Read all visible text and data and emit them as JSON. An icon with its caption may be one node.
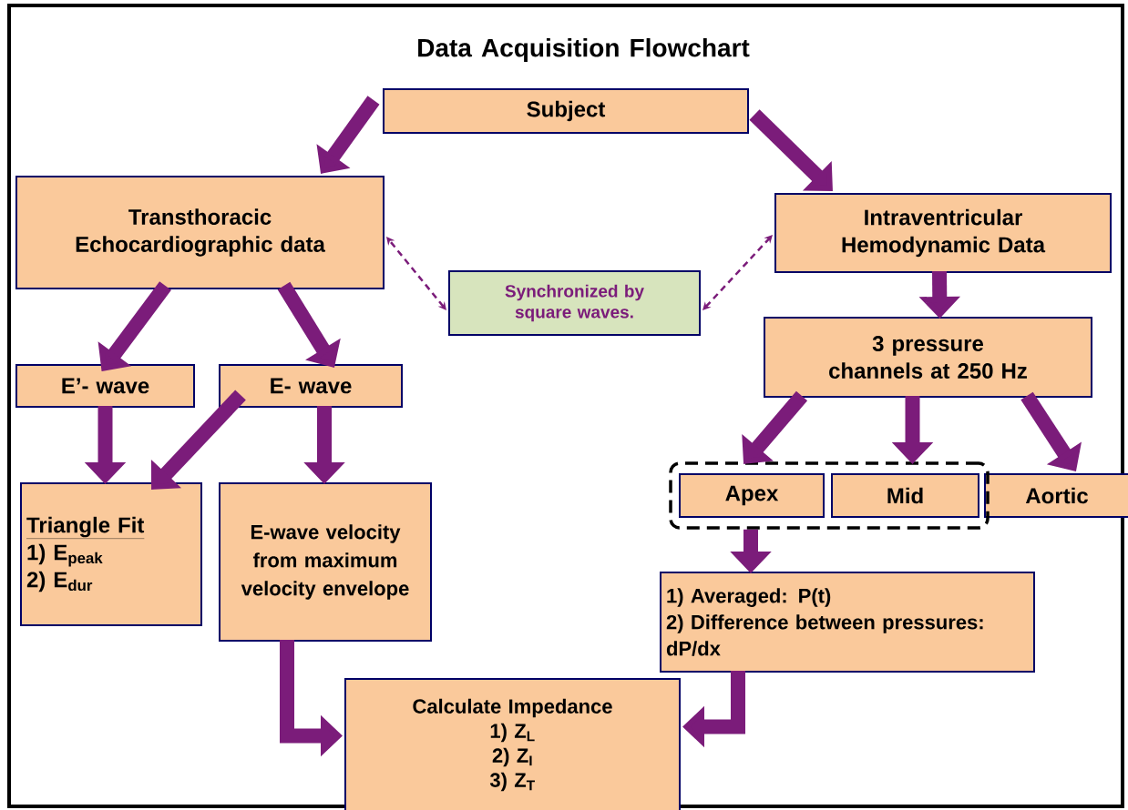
{
  "diagram": {
    "title": "Data Acquisition Flowchart",
    "nodes": [
      {
        "text": [
          "Subject"
        ]
      },
      {
        "text": [
          "Transthoracic Echocardiographic data"
        ]
      },
      {
        "text": [
          "Intraventricular Hemodynamic Data"
        ]
      },
      {
        "text": [
          "Synchronized by square waves."
        ]
      },
      {
        "text": [
          "E’- wave"
        ]
      },
      {
        "text": [
          "E- wave"
        ]
      },
      {
        "text": [
          "Triangle Fit",
          "1) E$_{peak}$",
          "2) E$_{dur}$"
        ]
      },
      {
        "text": [
          "E-wave velocity from maximum velocity envelope"
        ]
      },
      {
        "text": [
          "3 pressure channels at 250 Hz"
        ]
      },
      {
        "text": [],
        "shape": "box"
      },
      {
        "text": [
          "Apex"
        ],
        "in": 9
      },
      {
        "text": [
          "Mid"
        ],
        "in": 9
      },
      {
        "text": [
          "Aortic"
        ]
      },
      {
        "text": [
          "1) Averaged: P(t)",
          "2) Difference between pressures: dP/dx"
        ]
      },
      {
        "text": [
          "Calculate Impedance",
          "1) Z$_{L}$",
          "2) Z$_{I}$",
          "3) Z$_{T}$"
        ]
      }
    ],
    "edges": [
      {
        "from": 0,
        "to": 1,
        "arrow": "to"
      },
      {
        "from": 0,
        "to": 2,
        "arrow": "to"
      },
      {
        "from": 1,
        "to": 4,
        "arrow": "to"
      },
      {
        "from": 1,
        "to": 5,
        "arrow": "to"
      },
      {
        "from": 4,
        "to": 6,
        "arrow": "to"
      },
      {
        "from": 5,
        "to": 6,
        "arrow": "to"
      },
      {
        "from": 5,
        "to": 7,
        "arrow": "to"
      },
      {
        "from": 2,
        "to": 8,
        "arrow": "to"
      },
      {
        "from": 8,
        "to": 10,
        "arrow": "to"
      },
      {
        "from": 8,
        "to": 11,
        "arrow": "to"
      },
      {
        "from": 8,
        "to": 12,
        "arrow": "to"
      },
      {
        "from": 9,
        "to": 13,
        "arrow": "to"
      },
      {
        "from": 7,
        "to": 14,
        "arrow": "to"
      },
      {
        "from": 13,
        "to": 14,
        "arrow": "to"
      },
      {
        "from": 3,
        "to": 1,
        "arrow": "both",
        "style": "dashed"
      },
      {
        "from": 3,
        "to": 2,
        "arrow": "both",
        "style": "dashed"
      }
    ]
  }
}
